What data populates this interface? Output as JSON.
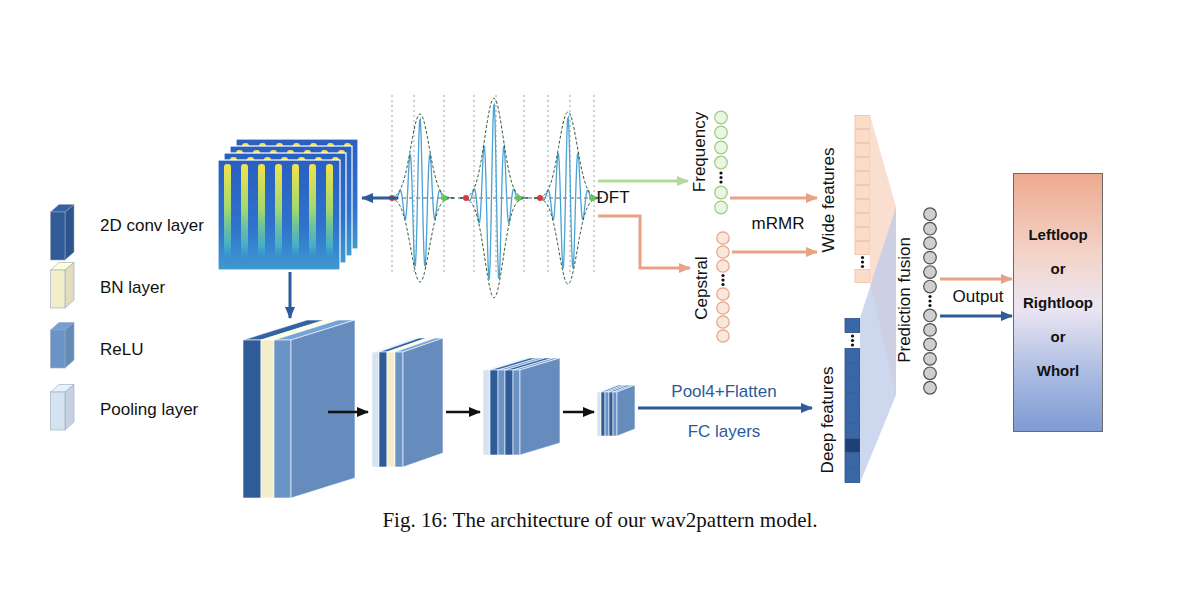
{
  "diagram": {
    "caption": "Fig. 16: The architecture of our wav2pattern model.",
    "nodes": [
      {
        "text": [
          "Frequency"
        ]
      },
      {
        "text": [
          "Cepstral"
        ]
      },
      {
        "text": [
          "Wide features"
        ]
      },
      {
        "text": [
          "Deep features"
        ]
      },
      {
        "text": [
          "Prediction fusion"
        ]
      },
      {
        "text": [
          "Leftloop",
          "or",
          "Rightloop",
          "or",
          "Whorl"
        ]
      }
    ],
    "edges": [
      {
        "from": 0,
        "to": 2,
        "arrow": "to"
      },
      {
        "from": 1,
        "to": 2,
        "arrow": "to"
      },
      {
        "from": 2,
        "to": 4,
        "arrow": "none"
      },
      {
        "from": 3,
        "to": 4,
        "arrow": "none"
      },
      {
        "from": 4,
        "to": 5,
        "arrow": "to"
      },
      {
        "from": 4,
        "to": 5,
        "arrow": "to"
      }
    ],
    "labels": [
      "DFT",
      "mRMR",
      "Pool4+Flatten",
      "FC layers",
      "Output"
    ],
    "legend": [
      {
        "text": "2D conv layer",
        "color": "#2f5b97"
      },
      {
        "text": "BN layer",
        "color": "#f3edcc"
      },
      {
        "text": "ReLU",
        "color": "#6b94c6"
      },
      {
        "text": "Pooling layer",
        "color": "#d5e2f2"
      }
    ]
  }
}
